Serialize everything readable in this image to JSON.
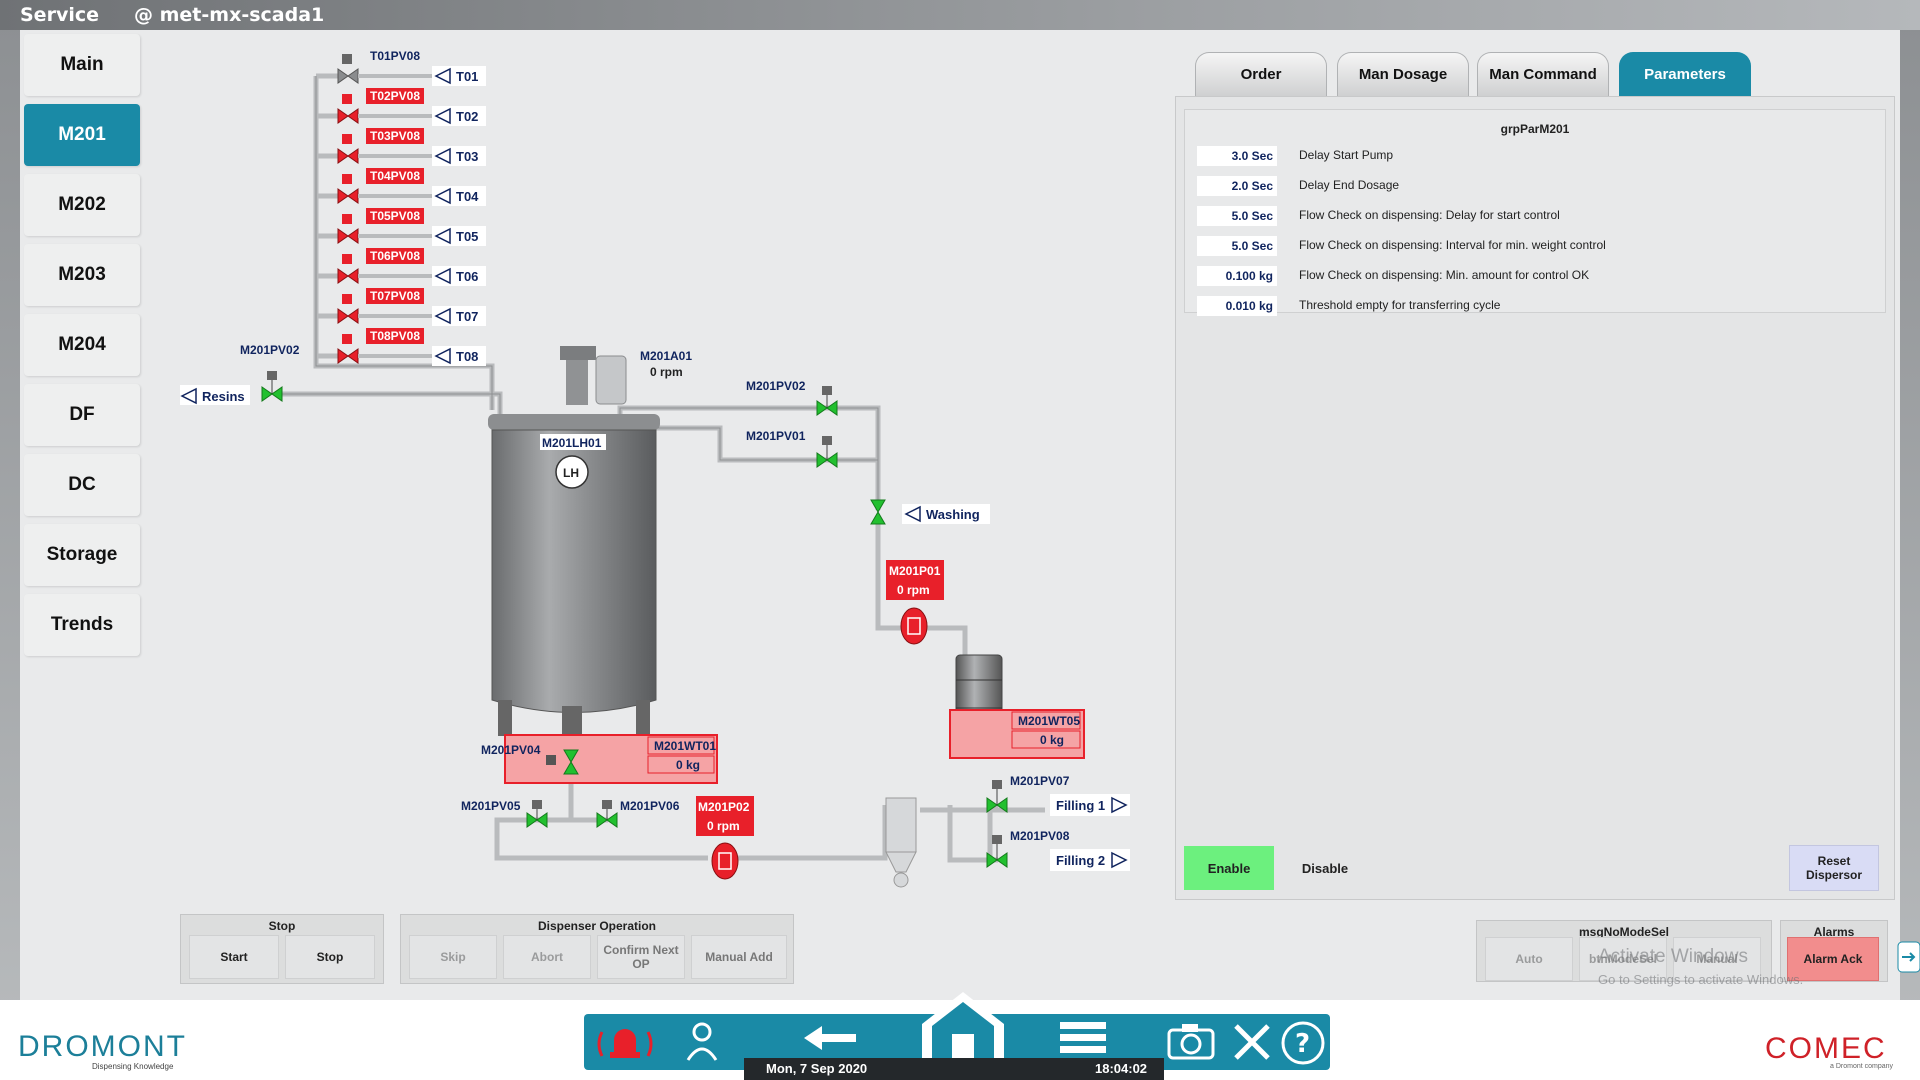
{
  "topbar": {
    "service": "Service",
    "host": "@ met-mx-scada1"
  },
  "nav": [
    "Main",
    "M201",
    "M202",
    "M203",
    "M204",
    "DF",
    "DC",
    "Storage",
    "Trends"
  ],
  "tabs": [
    "Order",
    "Man Dosage",
    "Man Command",
    "Parameters"
  ],
  "params": {
    "group": "grpParM201",
    "rows": [
      {
        "value": "3.0 Sec",
        "desc": "Delay Start Pump"
      },
      {
        "value": "2.0 Sec",
        "desc": "Delay End Dosage"
      },
      {
        "value": "5.0 Sec",
        "desc": "Flow Check on dispensing: Delay for start control"
      },
      {
        "value": "5.0 Sec",
        "desc": "Flow Check on dispensing: Interval for min. weight control"
      },
      {
        "value": "0.100 kg",
        "desc": "Flow Check on dispensing: Min. amount for control OK"
      },
      {
        "value": "0.010 kg",
        "desc": "Threshold empty for transferring cycle"
      }
    ],
    "enable": "Enable",
    "disable": "Disable",
    "reset": "Reset Dispersor"
  },
  "diagram": {
    "valve_tags": [
      "T01PV08",
      "T02PV08",
      "T03PV08",
      "T04PV08",
      "T05PV08",
      "T06PV08",
      "T07PV08",
      "T08PV08"
    ],
    "tanks": [
      "T01",
      "T02",
      "T03",
      "T04",
      "T05",
      "T06",
      "T07",
      "T08"
    ],
    "resins": "Resins",
    "resins_valve": "M201PV02",
    "mixer_tag": "M201A01",
    "mixer_rpm": "0 rpm",
    "lh_tag": "M201LH01",
    "lh_label": "LH",
    "pv02": "M201PV02",
    "pv01": "M201PV01",
    "washing": "Washing",
    "p01": "M201P01",
    "p01_rpm": "0 rpm",
    "wt05": "M201WT05",
    "wt05_kg": "0 kg",
    "pv04": "M201PV04",
    "wt01": "M201WT01",
    "wt01_kg": "0 kg",
    "pv05": "M201PV05",
    "pv06": "M201PV06",
    "p02": "M201P02",
    "p02_rpm": "0 rpm",
    "pv07": "M201PV07",
    "pv08": "M201PV08",
    "filling1": "Filling 1",
    "filling2": "Filling 2"
  },
  "bottom": {
    "stop_group": "Stop",
    "start": "Start",
    "stop": "Stop",
    "disp_group": "Dispenser Operation",
    "skip": "Skip",
    "abort": "Abort",
    "confirm": "Confirm Next OP",
    "manual_add": "Manual Add",
    "mode_group": "msgNoModeSel",
    "auto": "Auto",
    "mode_mid": "btnModeSel",
    "manual": "Manual",
    "alarms_group": "Alarms",
    "alarm_ack": "Alarm Ack"
  },
  "watermark": {
    "line1": "Activate Windows",
    "line2": "Go to Settings to activate Windows."
  },
  "footer": {
    "logo_left": "DROMONT",
    "logo_left_sub": "Dispensing Knowledge",
    "logo_right": "COMEC",
    "logo_right_sub": "a Dromont company",
    "date": "Mon, 7 Sep 2020",
    "time": "18:04:02"
  },
  "colors": {
    "accent": "#1a8aa6",
    "alarm": "#e8202a",
    "valve_open": "#22c02f",
    "enable": "#6cf07e"
  }
}
